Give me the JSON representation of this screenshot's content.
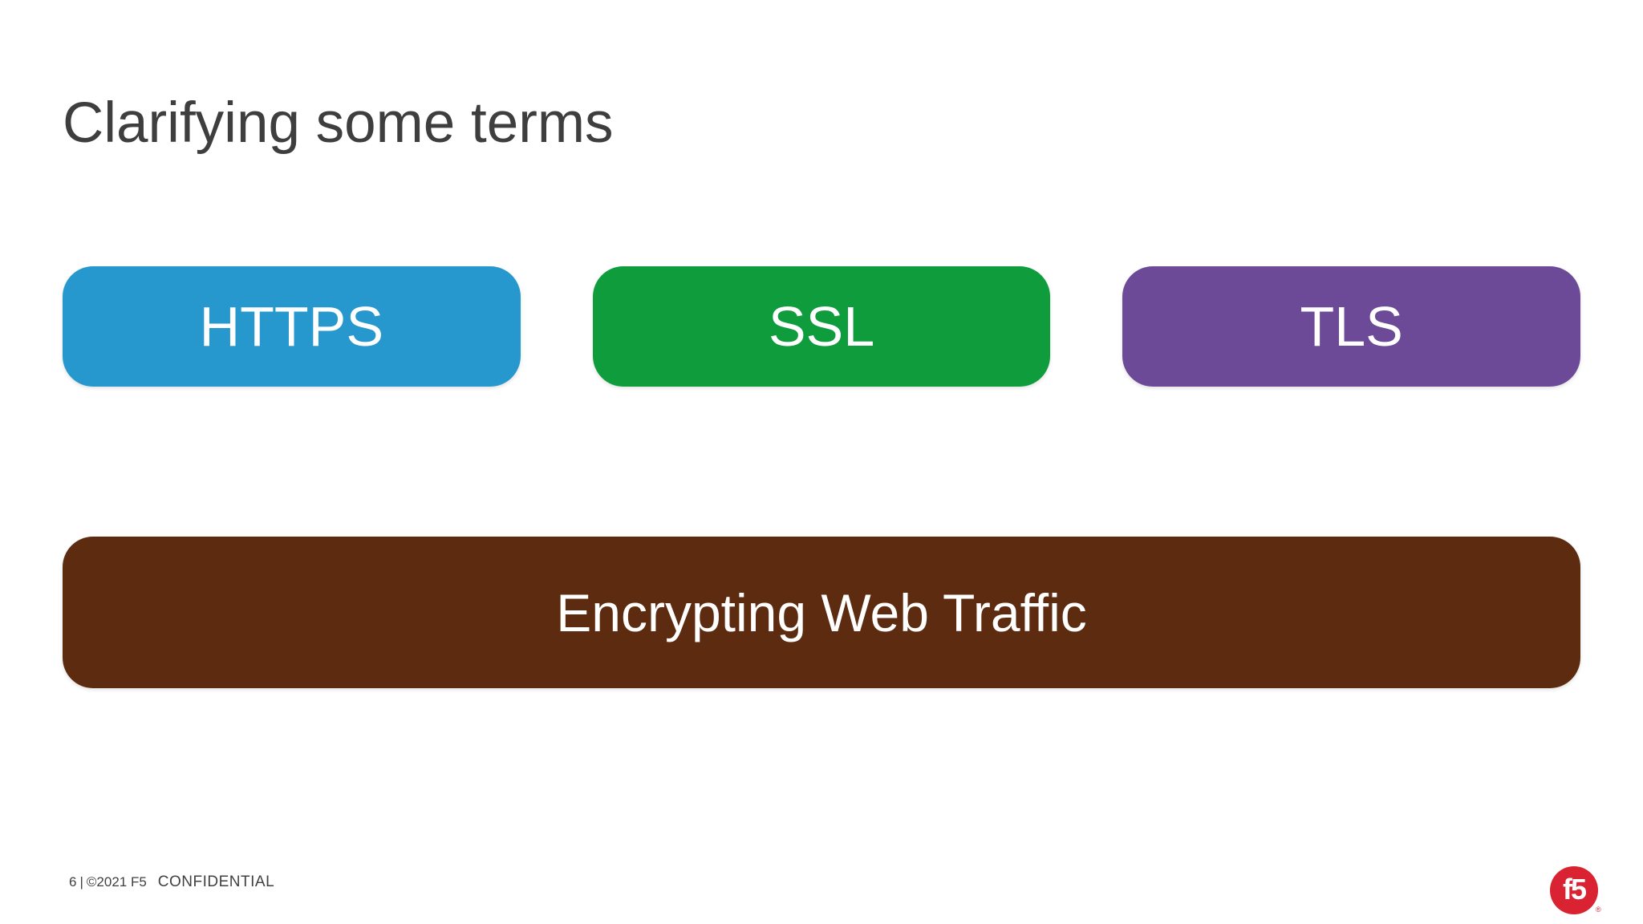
{
  "slide": {
    "title": "Clarifying some terms",
    "term_boxes": [
      {
        "label": "HTTPS",
        "color": "#2798cd"
      },
      {
        "label": "SSL",
        "color": "#0f9c3d"
      },
      {
        "label": "TLS",
        "color": "#6c4a97"
      }
    ],
    "banner": {
      "label": "Encrypting Web Traffic",
      "color": "#5c2b10"
    },
    "footer": {
      "page_number": "6",
      "separator": "|",
      "copyright": "©2021 F5",
      "classification": "CONFIDENTIAL"
    },
    "logo": {
      "label": "f5",
      "registered_mark": "®",
      "color": "#da2332"
    },
    "colors": {
      "background": "#ffffff",
      "title_text": "#3e3e3e",
      "box_text": "#ffffff",
      "footer_text": "#414042"
    }
  }
}
